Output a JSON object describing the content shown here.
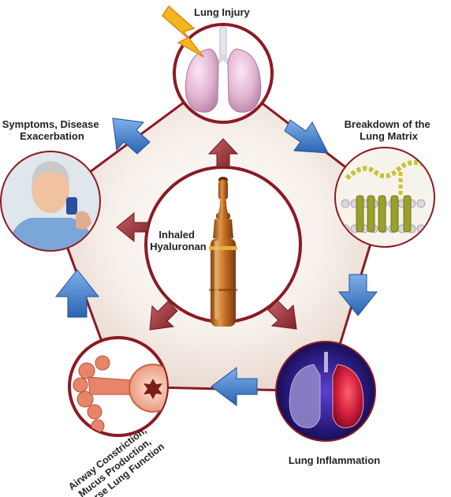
{
  "title": "",
  "center": {
    "label_lines": [
      "Inhaled",
      "Hyaluronan"
    ]
  },
  "nodes": [
    {
      "id": "lung-injury",
      "label_lines": [
        "Lung Injury"
      ]
    },
    {
      "id": "breakdown",
      "label_lines": [
        "Breakdown of the",
        "Lung Matrix"
      ]
    },
    {
      "id": "inflammation",
      "label_lines": [
        "Lung Inflammation"
      ]
    },
    {
      "id": "airway",
      "label_lines": [
        "Airway Constriction,",
        "Mucus Production,",
        "Worse Lung Function"
      ]
    },
    {
      "id": "symptoms",
      "label_lines": [
        "Symptoms, Disease",
        "Exacerbation"
      ]
    }
  ],
  "colors": {
    "ring_stroke": "#8b1a24",
    "pentagon_fill": "#efe4dc",
    "blue_arrow": "#3d78c8",
    "red_arrow": "#9a3a3e",
    "ampoule": "#b8651e"
  }
}
